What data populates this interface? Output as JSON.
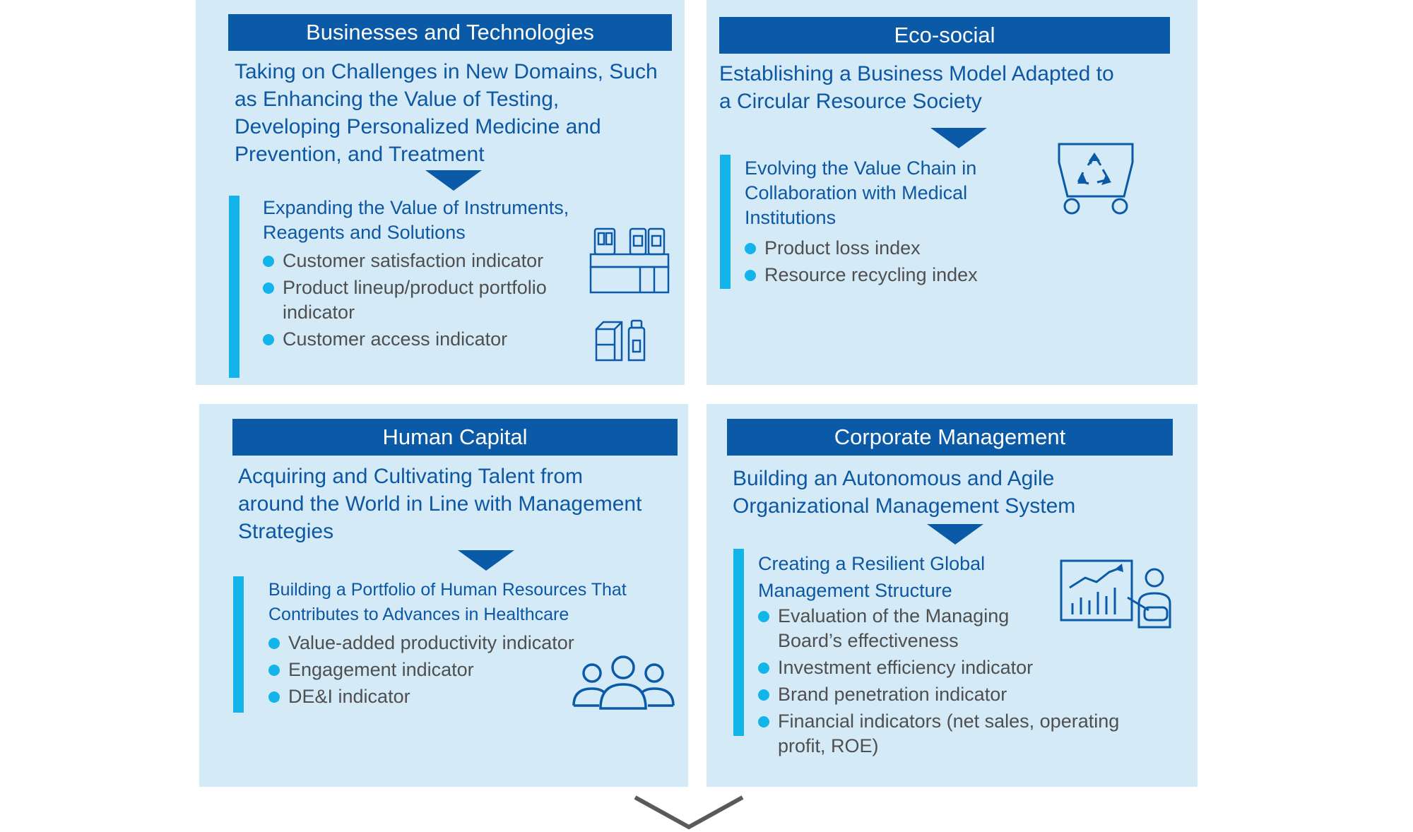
{
  "colors": {
    "panel_bg": "#d4eaf7",
    "header_bg": "#0a5aa7",
    "accent_bar": "#13b4ea",
    "headline_text": "#0d57a3",
    "bullet_text": "#4f4f4f"
  },
  "panels": [
    {
      "header": "Businesses and Technologies",
      "headline": "Taking on Challenges in New Domains, Such as Enhancing the Value of Testing, Developing Personalized Medicine and Prevention, and Treatment",
      "subheading": "Expanding the Value of Instruments, Reagents and Solutions",
      "bullets": [
        "Customer satisfaction indicator",
        "Product lineup/product portfolio indicator",
        "Customer access indicator"
      ],
      "icons": [
        "lab-instrument-icon",
        "reagent-bottles-icon"
      ]
    },
    {
      "header": "Eco-social",
      "headline": "Establishing a Business Model Adapted to a Circular Resource Society",
      "subheading": "Evolving the Value Chain in Collaboration with Medical Institutions",
      "bullets": [
        "Product loss index",
        "Resource recycling index"
      ],
      "icons": [
        "recycle-cart-icon"
      ]
    },
    {
      "header": "Human Capital",
      "headline": "Acquiring and Cultivating Talent from around the World in Line with Management Strategies",
      "subheading": "Building a Portfolio of Human Resources That Contributes to Advances in Healthcare",
      "bullets": [
        "Value-added productivity indicator",
        "Engagement indicator",
        "DE&I indicator"
      ],
      "icons": [
        "people-group-icon"
      ]
    },
    {
      "header": "Corporate Management",
      "headline": "Building an Autonomous and Agile Organizational Management System",
      "subheading": "Creating a Resilient Global Management Structure",
      "bullets": [
        "Evaluation of the Managing Board’s effectiveness",
        "Investment efficiency indicator",
        "Brand penetration indicator",
        "Financial indicators (net sales, operating profit, ROE)"
      ],
      "icons": [
        "presentation-chart-icon"
      ]
    }
  ],
  "footer_icon": "chevron-down-icon"
}
